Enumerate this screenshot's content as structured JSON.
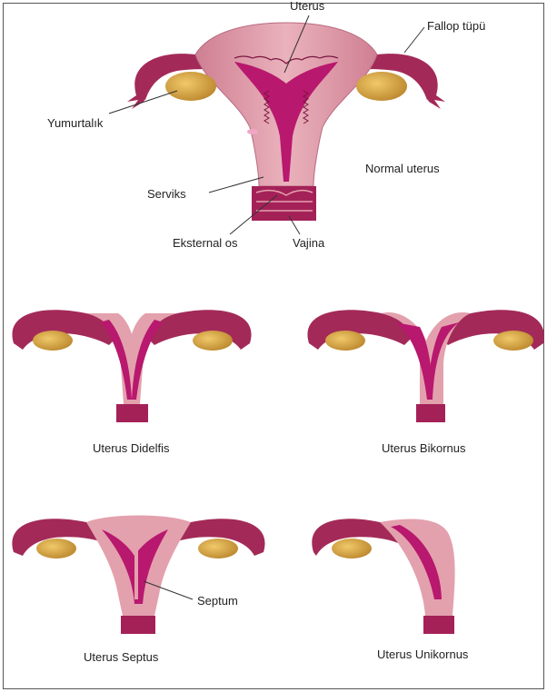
{
  "labels": {
    "uterus": "Uterus",
    "fallop": "Fallop tüpü",
    "yumurtalik": "Yumurtalık",
    "normal": "Normal uterus",
    "serviks": "Serviks",
    "eksternal_os": "Eksternal os",
    "vajina": "Vajina",
    "didelfis": "Uterus Didelfis",
    "bikornus": "Uterus Bikornus",
    "septum": "Septum",
    "septus": "Uterus  Septus",
    "unikornus": "Uterus  Unikornus"
  },
  "colors": {
    "outer_tissue": "#e3a1ad",
    "tube_dark": "#9c1f52",
    "cavity": "#b8186e",
    "ovary": "#d9a23c",
    "vagina": "#a42158",
    "border": "#555555"
  }
}
